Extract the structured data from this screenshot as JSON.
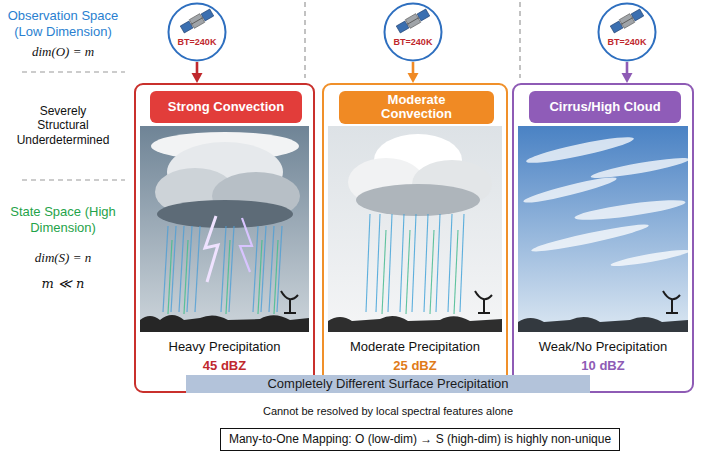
{
  "diagram": {
    "nodes": [
      {
        "text": [
          "BT=240K"
        ]
      },
      {
        "text": [
          "BT=240K"
        ]
      },
      {
        "text": [
          "BT=240K"
        ]
      },
      {
        "text": [
          "Heavy Precipitation",
          "45 dBZ"
        ]
      },
      {
        "text": [
          "Strong Convection"
        ],
        "in": 3
      },
      {
        "text": [
          "Moderate Precipitation",
          "25 dBZ"
        ]
      },
      {
        "text": [
          "Moderate Convection"
        ],
        "in": 5
      },
      {
        "text": [
          "Weak/No Precipitation",
          "10 dBZ"
        ]
      },
      {
        "text": [
          "Cirrus/High Cloud"
        ],
        "in": 7
      },
      {
        "text": [
          "Completely Different Surface Precipitation"
        ]
      },
      {
        "text": [
          "Many-to-One Mapping: O (low-dim) → S (high-dim) is highly non-unique"
        ]
      }
    ],
    "edges": [
      {
        "from": 0,
        "to": 3,
        "arrow": "to"
      },
      {
        "from": 1,
        "to": 5,
        "arrow": "to"
      },
      {
        "from": 2,
        "to": 7,
        "arrow": "to"
      }
    ],
    "labels": [
      "Observation Space (Low Dimension)",
      "dim(O) = m",
      "Severely Structural Underdetermined",
      "State Space (High Dimension)",
      "dim(S) = n",
      "m ≪ n",
      "Cannot be resolved by local spectral features alone"
    ]
  }
}
